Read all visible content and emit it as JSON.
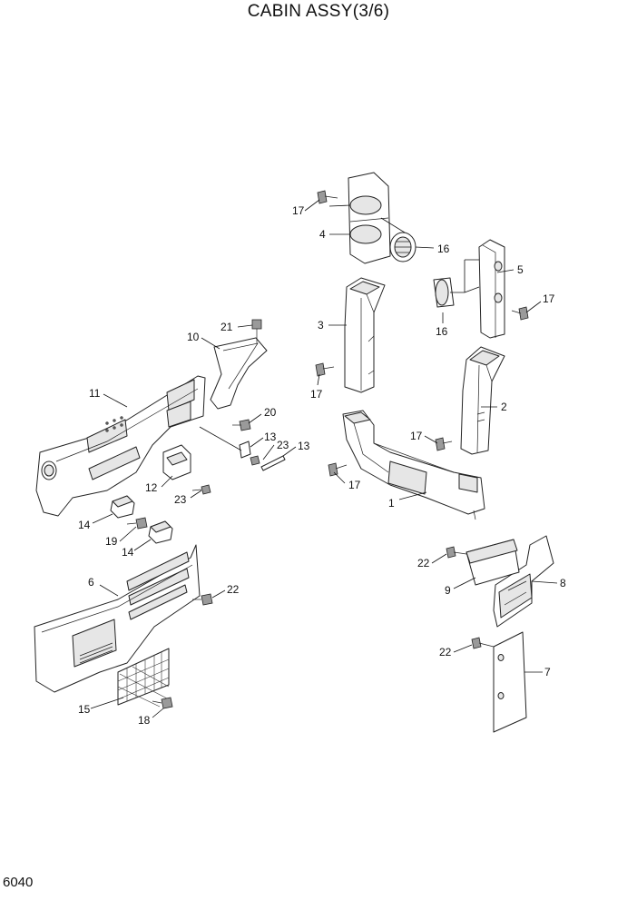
{
  "title": "CABIN ASSY(3/6)",
  "page_number": "6040",
  "callouts": {
    "c1": "1",
    "c2": "2",
    "c3": "3",
    "c4": "4",
    "c5": "5",
    "c6": "6",
    "c7": "7",
    "c8": "8",
    "c9": "9",
    "c10": "10",
    "c11": "11",
    "c12": "12",
    "c13a": "13",
    "c13b": "13",
    "c14a": "14",
    "c14b": "14",
    "c15": "15",
    "c16a": "16",
    "c16b": "16",
    "c17a": "17",
    "c17b": "17",
    "c17c": "17",
    "c17d": "17",
    "c17e": "17",
    "c18": "18",
    "c19": "19",
    "c20": "20",
    "c21": "21",
    "c22a": "22",
    "c22b": "22",
    "c22c": "22",
    "c23a": "23",
    "c23b": "23"
  }
}
